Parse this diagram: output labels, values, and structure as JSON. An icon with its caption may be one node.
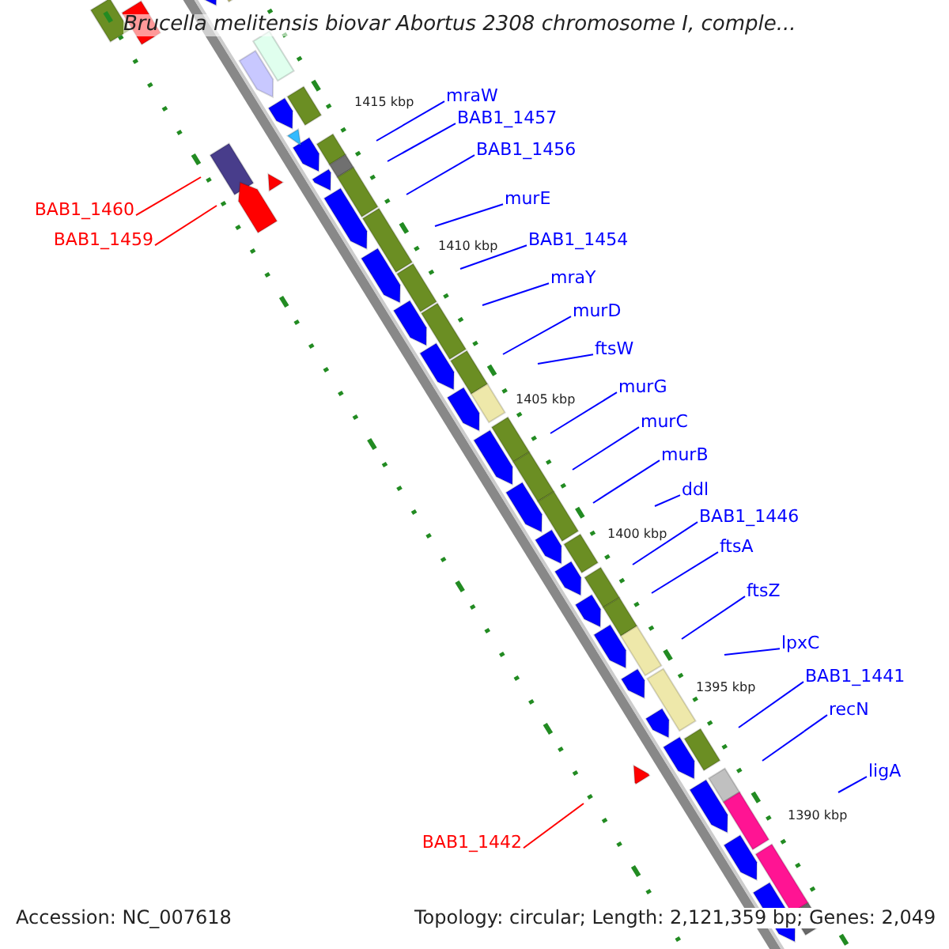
{
  "diagram": {
    "title": "Brucella melitensis biovar Abortus 2308 chromosome I, comple...",
    "nodes": [
      {
        "text": [
          "mraW"
        ]
      },
      {
        "text": [
          "BAB1_1457"
        ]
      },
      {
        "text": [
          "BAB1_1456"
        ]
      },
      {
        "text": [
          "murE"
        ]
      },
      {
        "text": [
          "BAB1_1460"
        ]
      },
      {
        "text": [
          "BAB1_1459"
        ]
      },
      {
        "text": [
          "BAB1_1454"
        ]
      },
      {
        "text": [
          "mraY"
        ]
      },
      {
        "text": [
          "murD"
        ]
      },
      {
        "text": [
          "ftsW"
        ]
      },
      {
        "text": [
          "murG"
        ]
      },
      {
        "text": [
          "murC"
        ]
      },
      {
        "text": [
          "murB"
        ]
      },
      {
        "text": [
          "ddl"
        ]
      },
      {
        "text": [
          "BAB1_1446"
        ]
      },
      {
        "text": [
          "ftsA"
        ]
      },
      {
        "text": [
          "ftsZ"
        ]
      },
      {
        "text": [
          "lpxC"
        ]
      },
      {
        "text": [
          "BAB1_1441"
        ]
      },
      {
        "text": [
          "recN"
        ]
      },
      {
        "text": [
          "ligA"
        ]
      },
      {
        "text": [
          "BAB1_1442"
        ]
      }
    ],
    "edges": [
      {
        "from": 0,
        "to": null,
        "arrow": "none"
      },
      {
        "from": 1,
        "to": null,
        "arrow": "none"
      },
      {
        "from": 2,
        "to": null,
        "arrow": "none"
      },
      {
        "from": 3,
        "to": null,
        "arrow": "none"
      },
      {
        "from": 4,
        "to": null,
        "arrow": "none",
        "color": "#ff0000"
      },
      {
        "from": 5,
        "to": null,
        "arrow": "none",
        "color": "#ff0000"
      },
      {
        "from": 6,
        "to": null,
        "arrow": "none"
      },
      {
        "from": 7,
        "to": null,
        "arrow": "none"
      },
      {
        "from": 8,
        "to": null,
        "arrow": "none"
      },
      {
        "from": 9,
        "to": null,
        "arrow": "none"
      },
      {
        "from": 10,
        "to": null,
        "arrow": "none"
      },
      {
        "from": 11,
        "to": null,
        "arrow": "none"
      },
      {
        "from": 12,
        "to": null,
        "arrow": "none"
      },
      {
        "from": 13,
        "to": null,
        "arrow": "none"
      },
      {
        "from": 14,
        "to": null,
        "arrow": "none"
      },
      {
        "from": 15,
        "to": null,
        "arrow": "none"
      },
      {
        "from": 16,
        "to": null,
        "arrow": "none"
      },
      {
        "from": 17,
        "to": null,
        "arrow": "none"
      },
      {
        "from": 18,
        "to": null,
        "arrow": "none"
      },
      {
        "from": 19,
        "to": null,
        "arrow": "none"
      },
      {
        "from": 20,
        "to": null,
        "arrow": "none"
      },
      {
        "from": 21,
        "to": null,
        "arrow": "none",
        "color": "#ff0000"
      }
    ],
    "labels": [
      "1415 kbp",
      "1410 kbp",
      "1405 kbp",
      "1400 kbp",
      "1395 kbp",
      "1390 kbp",
      "Accession: NC_007618",
      "Topology: circular; Length: 2,121,359 bp; Genes: 2,049"
    ]
  }
}
